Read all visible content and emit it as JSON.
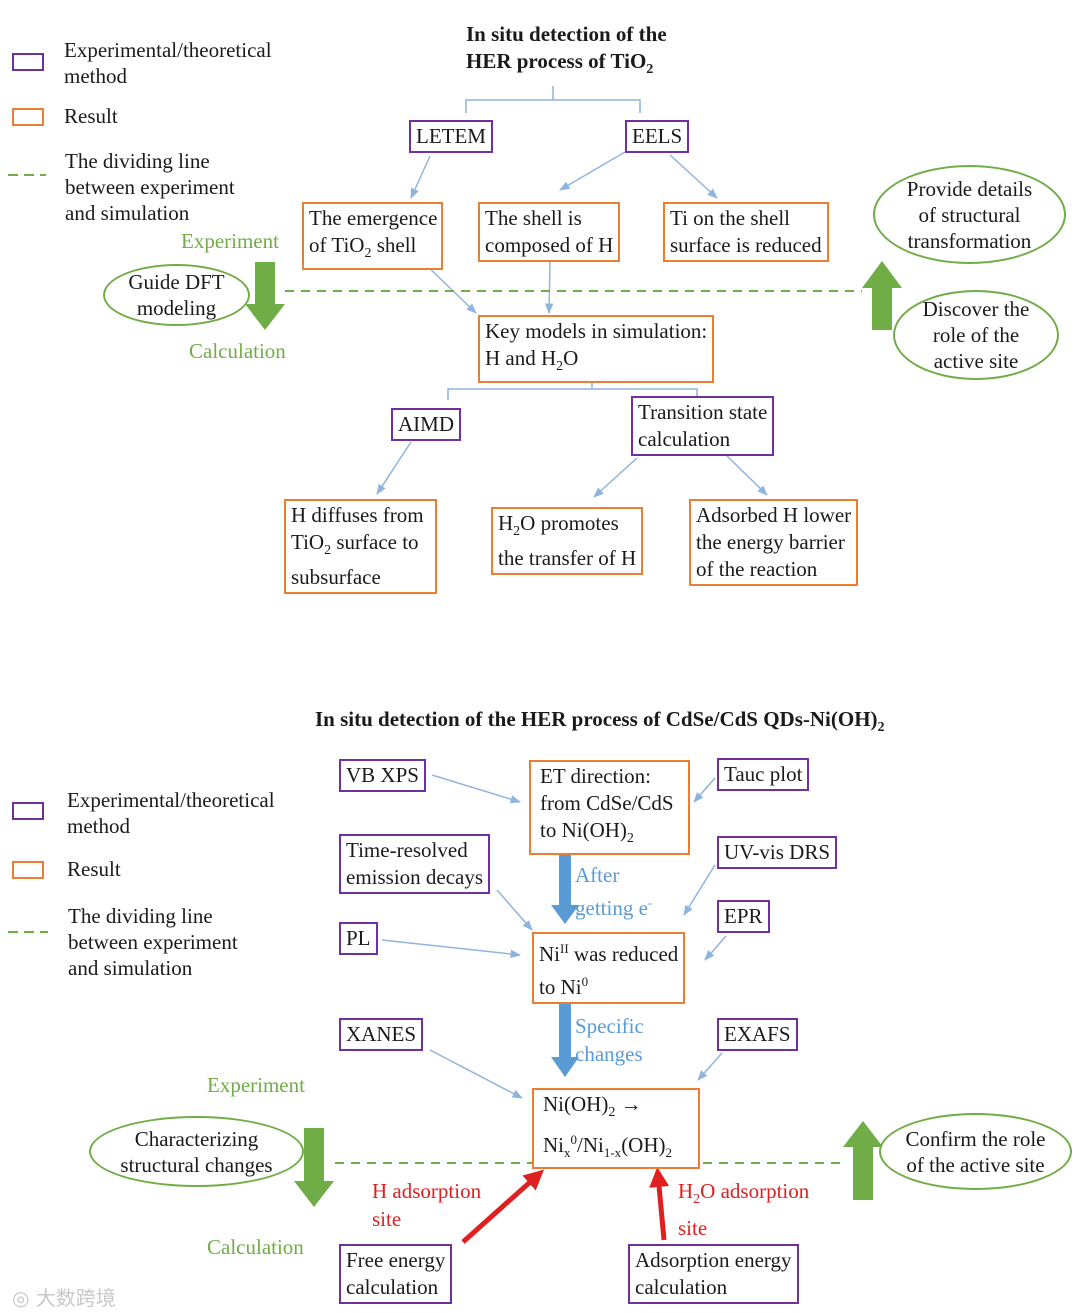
{
  "legend": {
    "method": "Experimental/theoretical method",
    "result": "Result",
    "dividing": "The dividing line between experiment and simulation"
  },
  "colors": {
    "method": "#7030a0",
    "result": "#ed7d31",
    "green": "#70ad47",
    "blue_arrow": "#5b9bd5",
    "red": "#e02020"
  },
  "top": {
    "title_line1": "In situ detection of the",
    "title_line2": "HER process of TiO",
    "title_sub": "2",
    "letem": "LETEM",
    "eels": "EELS",
    "r1_a": "The emergence",
    "r1_b": "of TiO",
    "r1_b_sub": "2",
    "r1_b_end": " shell",
    "r2_a": "The shell is",
    "r2_b": "composed of H",
    "r3_a": "Ti on the shell",
    "r3_b": "surface is reduced",
    "key_a": "Key models in simulation:",
    "key_b": "H and H",
    "key_b_sub": "2",
    "key_b_end": "O",
    "aimd": "AIMD",
    "ts_a": "Transition state",
    "ts_b": "calculation",
    "hd_a": "H diffuses from",
    "hd_b": "TiO",
    "hd_b_sub": "2",
    "hd_b_end": " surface to",
    "hd_c": "subsurface",
    "hp_a": "H",
    "hp_a_sub": "2",
    "hp_a_end": "O promotes",
    "hp_b": "the transfer of H",
    "ah_a": "Adsorbed H lower",
    "ah_b": "the energy barrier",
    "ah_c": "of the reaction",
    "experiment": "Experiment",
    "calculation": "Calculation",
    "guide": "Guide DFT modeling",
    "provide": "Provide details of structural transformation",
    "discover": "Discover the role of the active site"
  },
  "bottom": {
    "title": "In situ detection of the HER process of CdSe/CdS QDs-Ni(OH)",
    "title_sub": "2",
    "vbxps": "VB XPS",
    "tauc": "Tauc plot",
    "et_a": "ET direction:",
    "et_b": "from CdSe/CdS",
    "et_c": "to Ni(OH)",
    "et_c_sub": "2",
    "trd_a": "Time-resolved",
    "trd_b": "emission decays",
    "uvvis": "UV-vis DRS",
    "after_a": "After",
    "after_b": "getting e",
    "after_sup": "-",
    "epr": "EPR",
    "pl": "PL",
    "ni_a": "Ni",
    "ni_a_sup": "II",
    "ni_a_end": " was reduced",
    "ni_b": "to Ni",
    "ni_b_sup": "0",
    "specific_a": "Specific",
    "specific_b": "changes",
    "xanes": "XANES",
    "exafs": "EXAFS",
    "nioh_a": "Ni(OH)",
    "nioh_a_sub": "2",
    "nioh_a_end": " →",
    "nioh_b1": "Ni",
    "nioh_b1_sub": "x",
    "nioh_b1_sup": "0",
    "nioh_b2": "/Ni",
    "nioh_b2_sub": "1-x",
    "nioh_b3": "(OH)",
    "nioh_b3_sub": "2",
    "experiment": "Experiment",
    "calculation": "Calculation",
    "characterizing": "Characterizing structural changes",
    "confirm": "Confirm the role of the active site",
    "hads_a": "H adsorption",
    "hads_b": "site",
    "h2oads_a": "H",
    "h2oads_a_sub": "2",
    "h2oads_a_end": "O adsorption",
    "h2oads_b": "site",
    "free_a": "Free energy",
    "free_b": "calculation",
    "adsorp_a": "Adsorption energy",
    "adsorp_b": "calculation"
  },
  "watermark": "大数跨境"
}
